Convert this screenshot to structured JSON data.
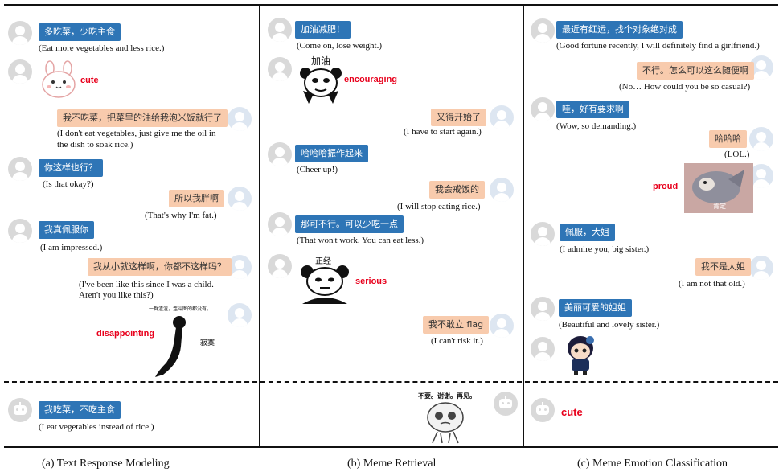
{
  "panels": {
    "a": {
      "caption": "(a) Text Response Modeling",
      "messages": [
        {
          "zh": "多吃菜，少吃主食",
          "en": "(Eat more vegetables and less rice.)"
        },
        {
          "emotion": "cute"
        },
        {
          "zh": "我不吃菜，把菜里的油给我泡米饭就行了",
          "en1": "(I don't eat vegetables, just give me the oil in",
          "en2": "the dish to soak rice.)"
        },
        {
          "zh": "你这样也行？",
          "en": "(Is that okay?)"
        },
        {
          "zh": "所以我胖啊",
          "en": "(That's why I'm fat.)"
        },
        {
          "zh": "我真佩服你",
          "en": "(I am impressed.)"
        },
        {
          "zh": "我从小就这样啊，你都不这样吗？",
          "en1": "(I've been like this since I was a child.",
          "en2": "Aren't you like this?)"
        },
        {
          "emotion": "disappointing",
          "meme_top": "一群渣渣，连斗图的都没有。",
          "meme_side": "寂寞"
        }
      ],
      "response": {
        "zh": "我吃菜，不吃主食",
        "en": "(I eat vegetables instead of rice.)"
      }
    },
    "b": {
      "caption": "(b) Meme Retrieval",
      "messages": [
        {
          "zh": "加油减肥！",
          "en": "(Come on, lose weight.)"
        },
        {
          "emotion": "encouraging",
          "meme_text": "加油"
        },
        {
          "zh": "又得开始了",
          "en": "(I have to start again.)"
        },
        {
          "zh": "哈哈哈振作起来",
          "en": "(Cheer up!)"
        },
        {
          "zh": "我会戒饭的",
          "en": "(I will stop eating rice.)"
        },
        {
          "zh": "那可不行。可以少吃一点",
          "en": "(That won't work. You can eat less.)"
        },
        {
          "emotion": "serious",
          "meme_text": "正经"
        },
        {
          "zh": "我不敢立 flag",
          "en": "(I can't risk it.)"
        }
      ],
      "response": {
        "meme_text": "不要。谢谢。再见。"
      }
    },
    "c": {
      "caption": "(c) Meme Emotion Classification",
      "messages": [
        {
          "zh": "最近有红运，找个对象绝对成",
          "en": "(Good fortune recently, I will definitely find a girlfriend.)"
        },
        {
          "zh": "不行。怎么可以这么随便啊",
          "en": "(No… How could you be so casual?)"
        },
        {
          "zh": "哇，好有要求啊",
          "en": "(Wow, so demanding.)"
        },
        {
          "zh": "哈哈哈",
          "en": "(LOL.)"
        },
        {
          "emotion": "proud",
          "meme_text": "肯定"
        },
        {
          "zh": "佩服，大姐",
          "en": "(I admire you, big sister.)"
        },
        {
          "zh": "我不是大姐",
          "en": "(I am not that old.)"
        },
        {
          "zh": "美丽可爱的姐姐",
          "en": "(Beautiful and lovely sister.)"
        }
      ],
      "response": {
        "emotion": "cute"
      }
    }
  },
  "colors": {
    "blue_bubble": "#2e75b6",
    "orange_bubble": "#f8cbad",
    "emotion_label": "#e8001c",
    "avatar": "#d9d9d9"
  }
}
